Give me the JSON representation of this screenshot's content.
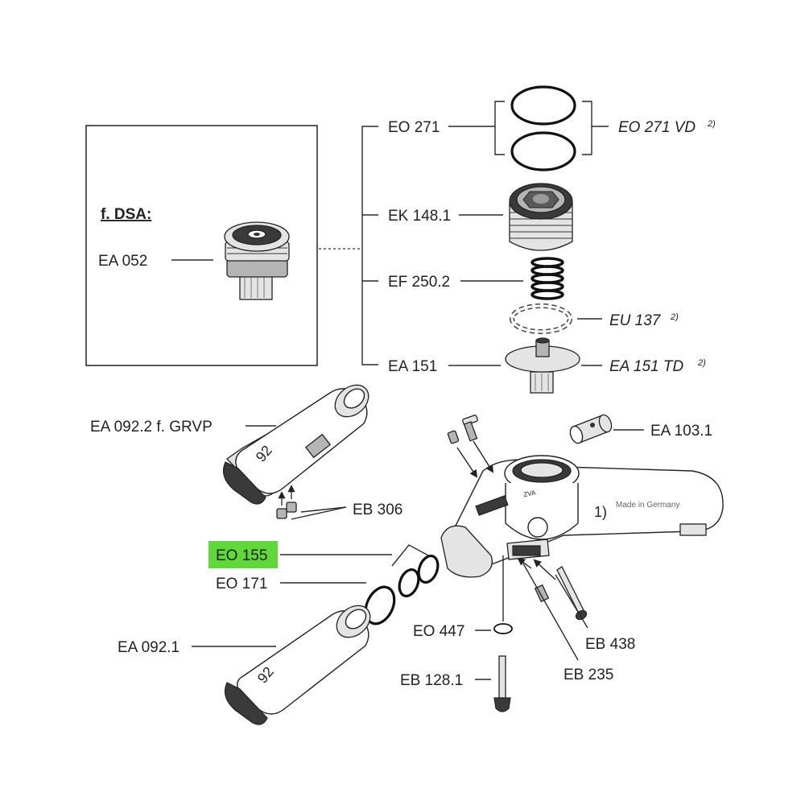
{
  "inset": {
    "title": "f. DSA:",
    "part": "EA 052"
  },
  "labels": {
    "eo271": "EO 271",
    "eo271vd": "EO 271 VD",
    "ek1481": "EK 148.1",
    "ef2502": "EF 250.2",
    "eu137": "EU 137",
    "ea151": "EA 151",
    "ea151td": "EA 151 TD",
    "ea0922": "EA 092.2  f. GRVP",
    "ea1031": "EA 103.1",
    "eb306": "EB 306",
    "eo155": "EO 155",
    "eo171": "EO 171",
    "ea0921": "EA 092.1",
    "eo447": "EO 447",
    "eb438": "EB 438",
    "eb235": "EB 235",
    "eb1281": "EB 128.1"
  },
  "footnote_mark": "2)",
  "body_note": "1)",
  "body_text": "Made in Germany",
  "tube_marking": "92",
  "highlight_color": "#5fd83a"
}
